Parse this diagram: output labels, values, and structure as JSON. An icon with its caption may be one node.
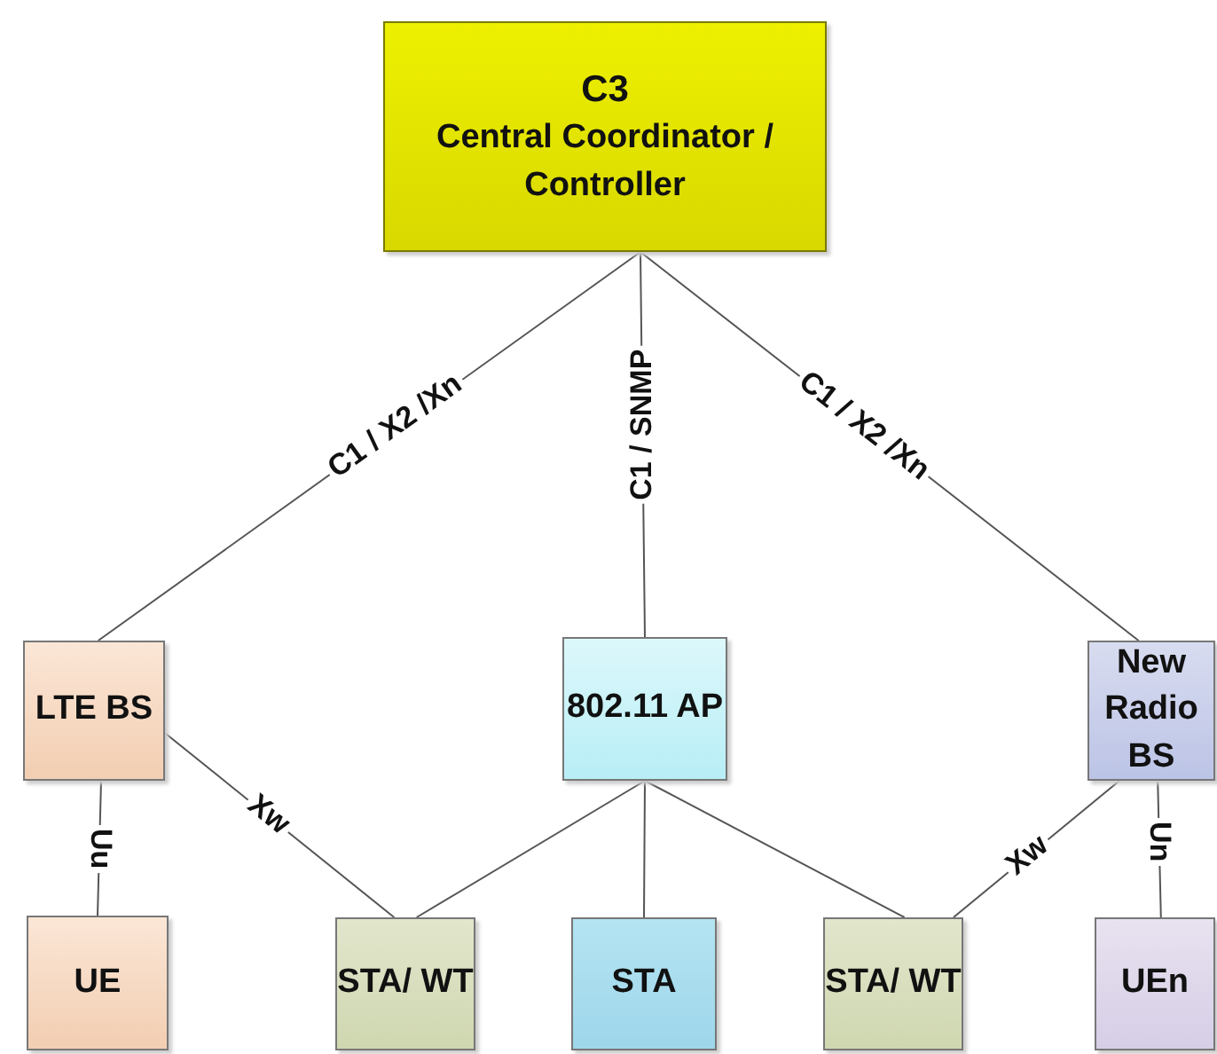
{
  "diagram": {
    "nodes": [
      {
        "text": [
          "C3",
          "Central Coordinator / Controller"
        ]
      },
      {
        "text": [
          "LTE BS"
        ]
      },
      {
        "text": [
          "802.11 AP"
        ]
      },
      {
        "text": [
          "New Radio BS"
        ]
      },
      {
        "text": [
          "UE"
        ]
      },
      {
        "text": [
          "STA/ WT"
        ]
      },
      {
        "text": [
          "STA"
        ]
      },
      {
        "text": [
          "STA/ WT"
        ]
      },
      {
        "text": [
          "UEn"
        ]
      }
    ],
    "edges": [
      {
        "from": 0,
        "to": 1,
        "arrow": "none",
        "label": "C1 / X2 /Xn"
      },
      {
        "from": 0,
        "to": 2,
        "arrow": "none",
        "label": "C1 / SNMP"
      },
      {
        "from": 0,
        "to": 3,
        "arrow": "none",
        "label": "C1 / X2 /Xn"
      },
      {
        "from": 1,
        "to": 4,
        "arrow": "none",
        "label": "Uu"
      },
      {
        "from": 1,
        "to": 5,
        "arrow": "none",
        "label": "Xw"
      },
      {
        "from": 2,
        "to": 5,
        "arrow": "none"
      },
      {
        "from": 2,
        "to": 6,
        "arrow": "none"
      },
      {
        "from": 2,
        "to": 7,
        "arrow": "none"
      },
      {
        "from": 3,
        "to": 7,
        "arrow": "none",
        "label": "Xw"
      },
      {
        "from": 3,
        "to": 8,
        "arrow": "none",
        "label": "Un"
      }
    ]
  }
}
